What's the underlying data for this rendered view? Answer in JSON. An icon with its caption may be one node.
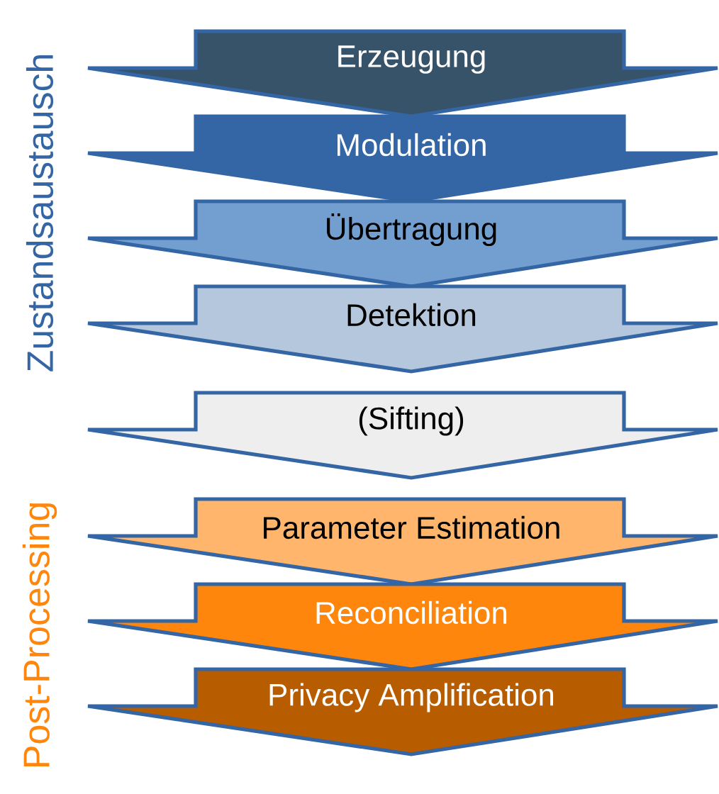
{
  "diagram": {
    "nodes": [
      {
        "text": [
          "Erzeugung"
        ]
      },
      {
        "text": [
          "Modulation"
        ]
      },
      {
        "text": [
          "Übertragung"
        ]
      },
      {
        "text": [
          "Detektion"
        ]
      },
      {
        "text": [
          "(Sifting)"
        ]
      },
      {
        "text": [
          "Parameter Estimation"
        ]
      },
      {
        "text": [
          "Reconciliation"
        ]
      },
      {
        "text": [
          "Privacy Amplification"
        ]
      }
    ],
    "labels": [
      "Zustandsaustausch",
      "Post-Processing"
    ]
  }
}
